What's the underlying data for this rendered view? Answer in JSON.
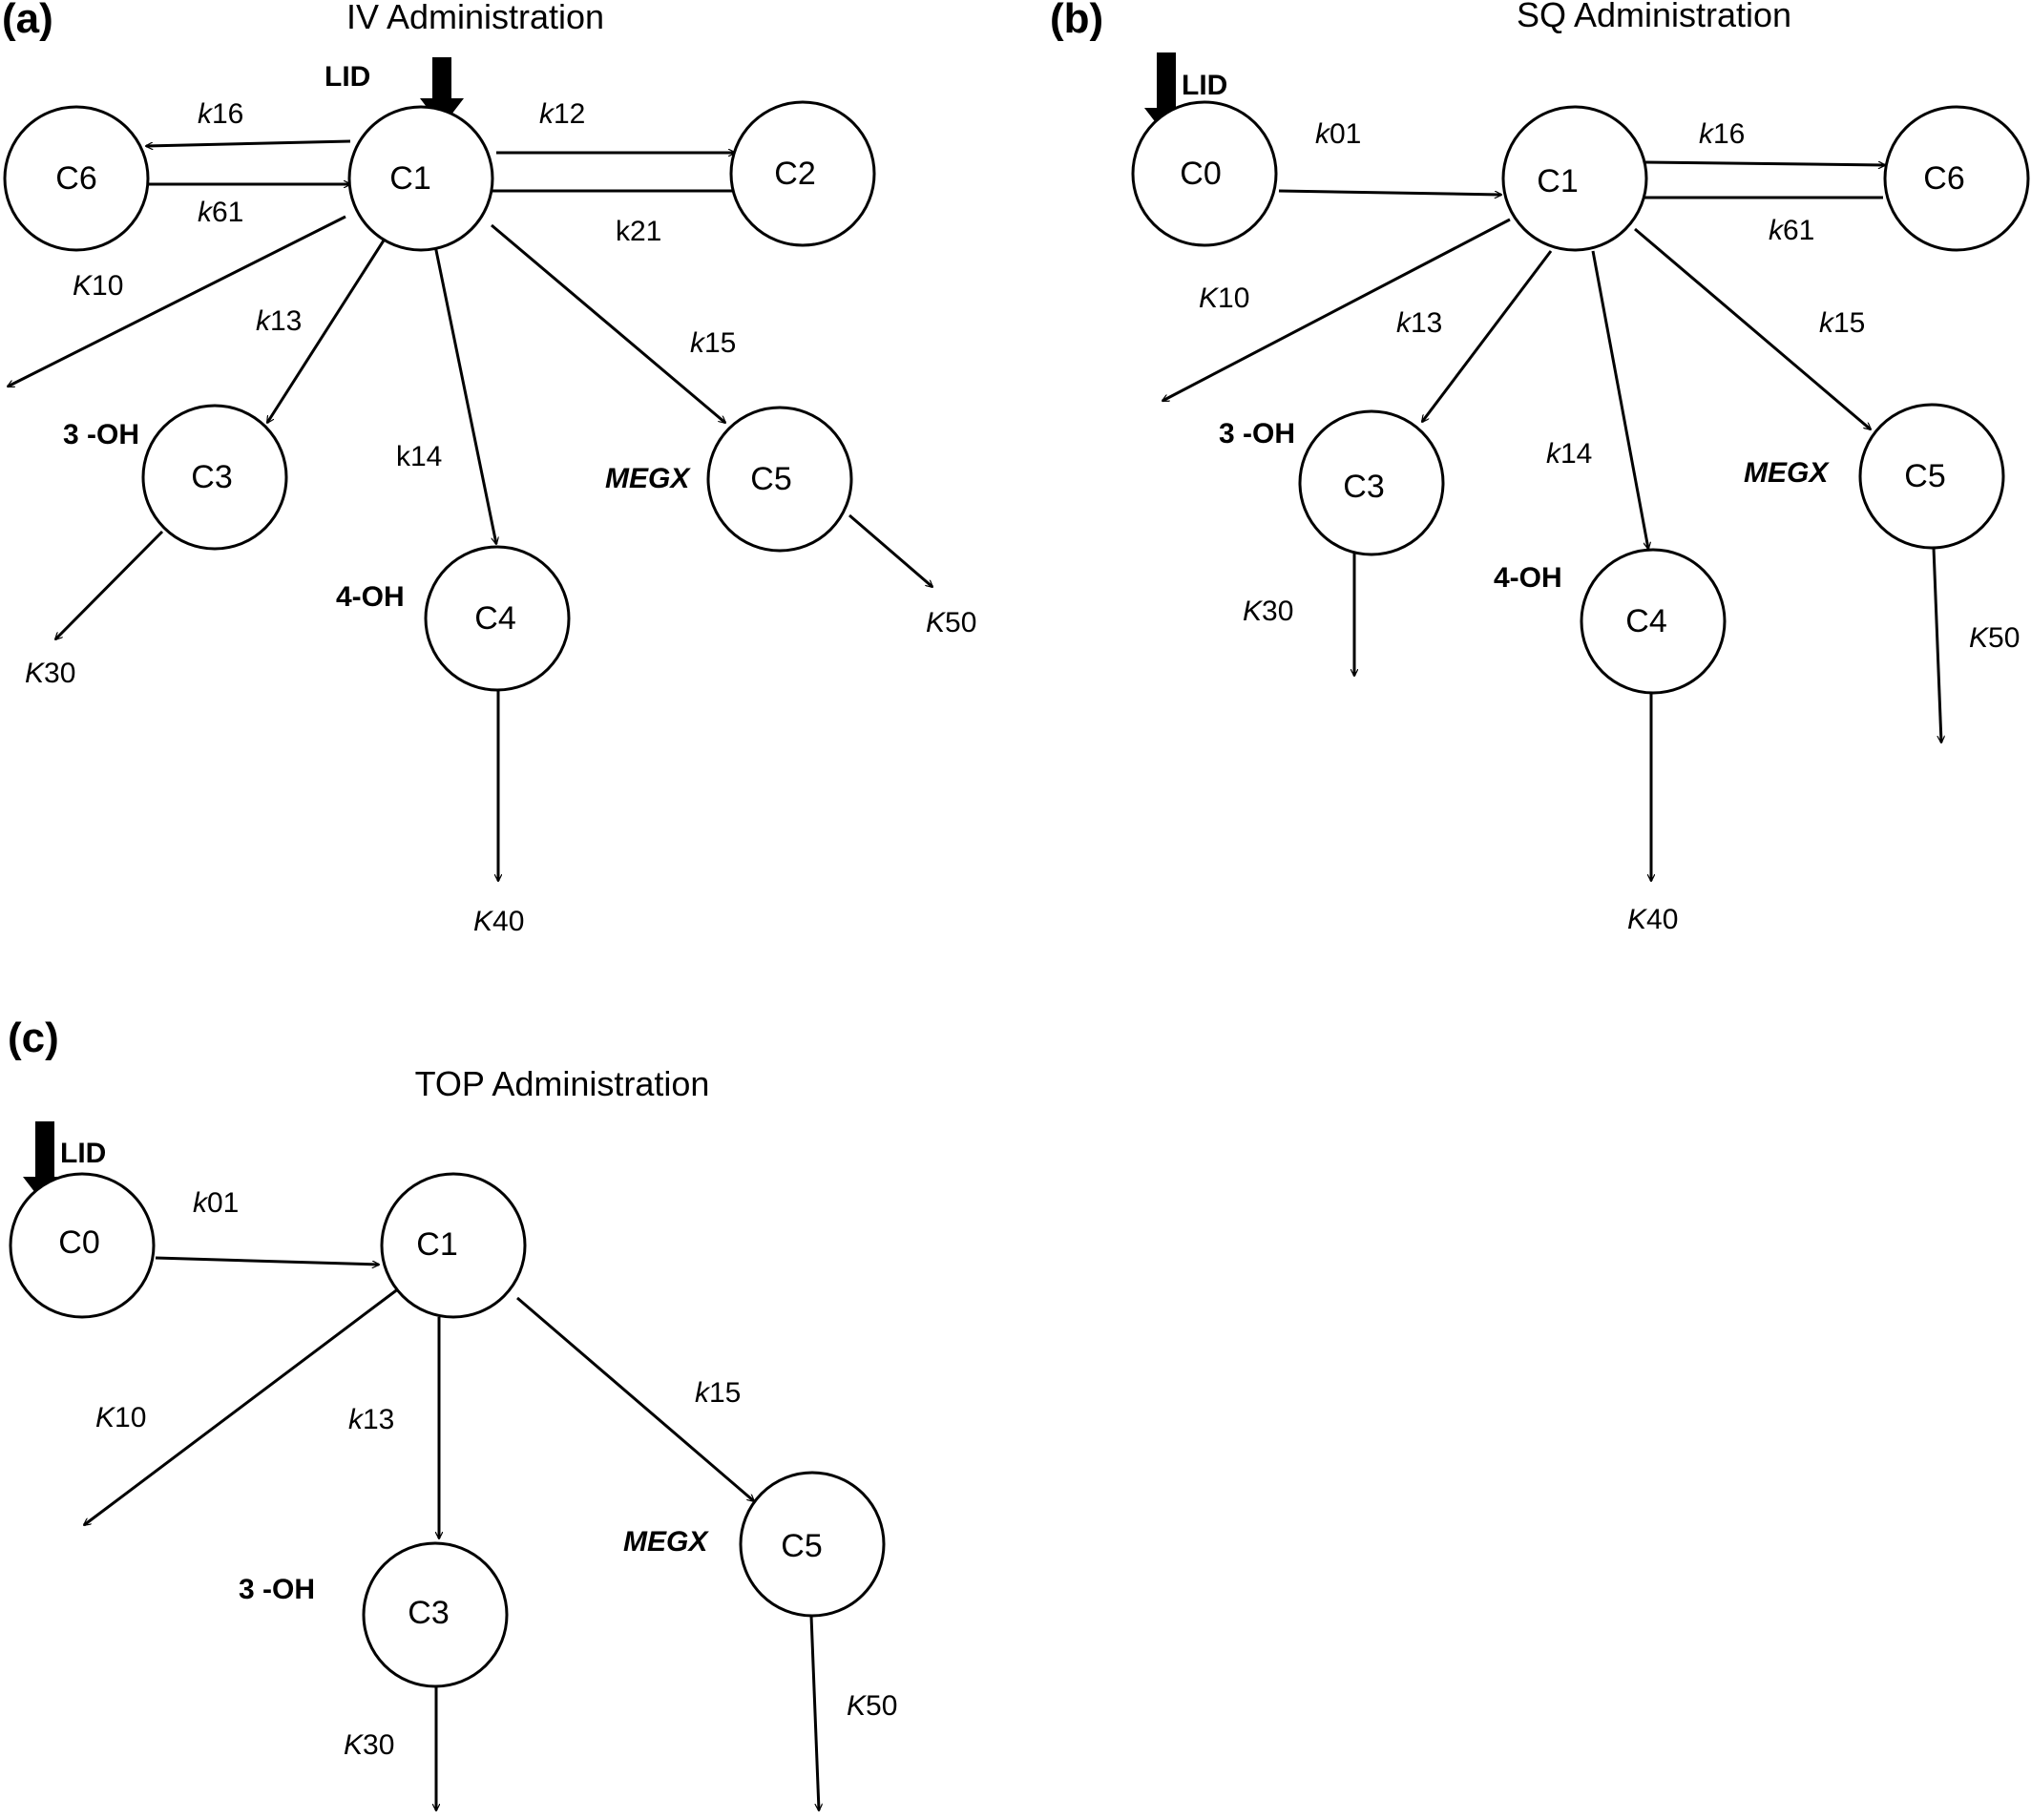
{
  "panels": {
    "a": {
      "letter": "(a)",
      "title": "IV Administration",
      "dose": "LID",
      "nodes": {
        "C6": "C6",
        "C1": "C1",
        "C2": "C2",
        "C3": "C3",
        "C4": "C4",
        "C5": "C5"
      },
      "metabolites": {
        "c3": "3 -OH",
        "c4": "4-OH",
        "c5": "MEGX"
      },
      "rates": {
        "k16": {
          "p": "k",
          "n": "16"
        },
        "k61": {
          "p": "k",
          "n": "61"
        },
        "k12": {
          "p": "k",
          "n": "12"
        },
        "k21": {
          "p": "",
          "n": "k21"
        },
        "K10": {
          "p": "K",
          "n": "10"
        },
        "k13": {
          "p": "k",
          "n": "13"
        },
        "k14": {
          "p": "",
          "n": "k14"
        },
        "k15": {
          "p": "k",
          "n": "15"
        },
        "K30": {
          "p": "K",
          "n": "30"
        },
        "K40": {
          "p": "K",
          "n": "40"
        },
        "K50": {
          "p": "K",
          "n": "50"
        }
      }
    },
    "b": {
      "letter": "(b)",
      "title": "SQ Administration",
      "dose": "LID",
      "nodes": {
        "C0": "C0",
        "C1": "C1",
        "C6": "C6",
        "C3": "C3",
        "C4": "C4",
        "C5": "C5"
      },
      "metabolites": {
        "c3": "3 -OH",
        "c4": "4-OH",
        "c5": "MEGX"
      },
      "rates": {
        "k01": {
          "p": "k",
          "n": "01"
        },
        "k16": {
          "p": "k",
          "n": "16"
        },
        "k61": {
          "p": "k",
          "n": "61"
        },
        "K10": {
          "p": "K",
          "n": "10"
        },
        "k13": {
          "p": "k",
          "n": "13"
        },
        "k14": {
          "p": "k",
          "n": "14"
        },
        "k15": {
          "p": "k",
          "n": "15"
        },
        "K30": {
          "p": "K",
          "n": "30"
        },
        "K40": {
          "p": "K",
          "n": "40"
        },
        "K50": {
          "p": "K",
          "n": "50"
        }
      }
    },
    "c": {
      "letter": "(c)",
      "title": "TOP Administration",
      "dose": "LID",
      "nodes": {
        "C0": "C0",
        "C1": "C1",
        "C3": "C3",
        "C5": "C5"
      },
      "metabolites": {
        "c3": "3 -OH",
        "c5": "MEGX"
      },
      "rates": {
        "k01": {
          "p": "k",
          "n": "01"
        },
        "K10": {
          "p": "K",
          "n": "10"
        },
        "k13": {
          "p": "k",
          "n": "13"
        },
        "k15": {
          "p": "k",
          "n": "15"
        },
        "K30": {
          "p": "K",
          "n": "30"
        },
        "K50": {
          "p": "K",
          "n": "50"
        }
      }
    }
  }
}
